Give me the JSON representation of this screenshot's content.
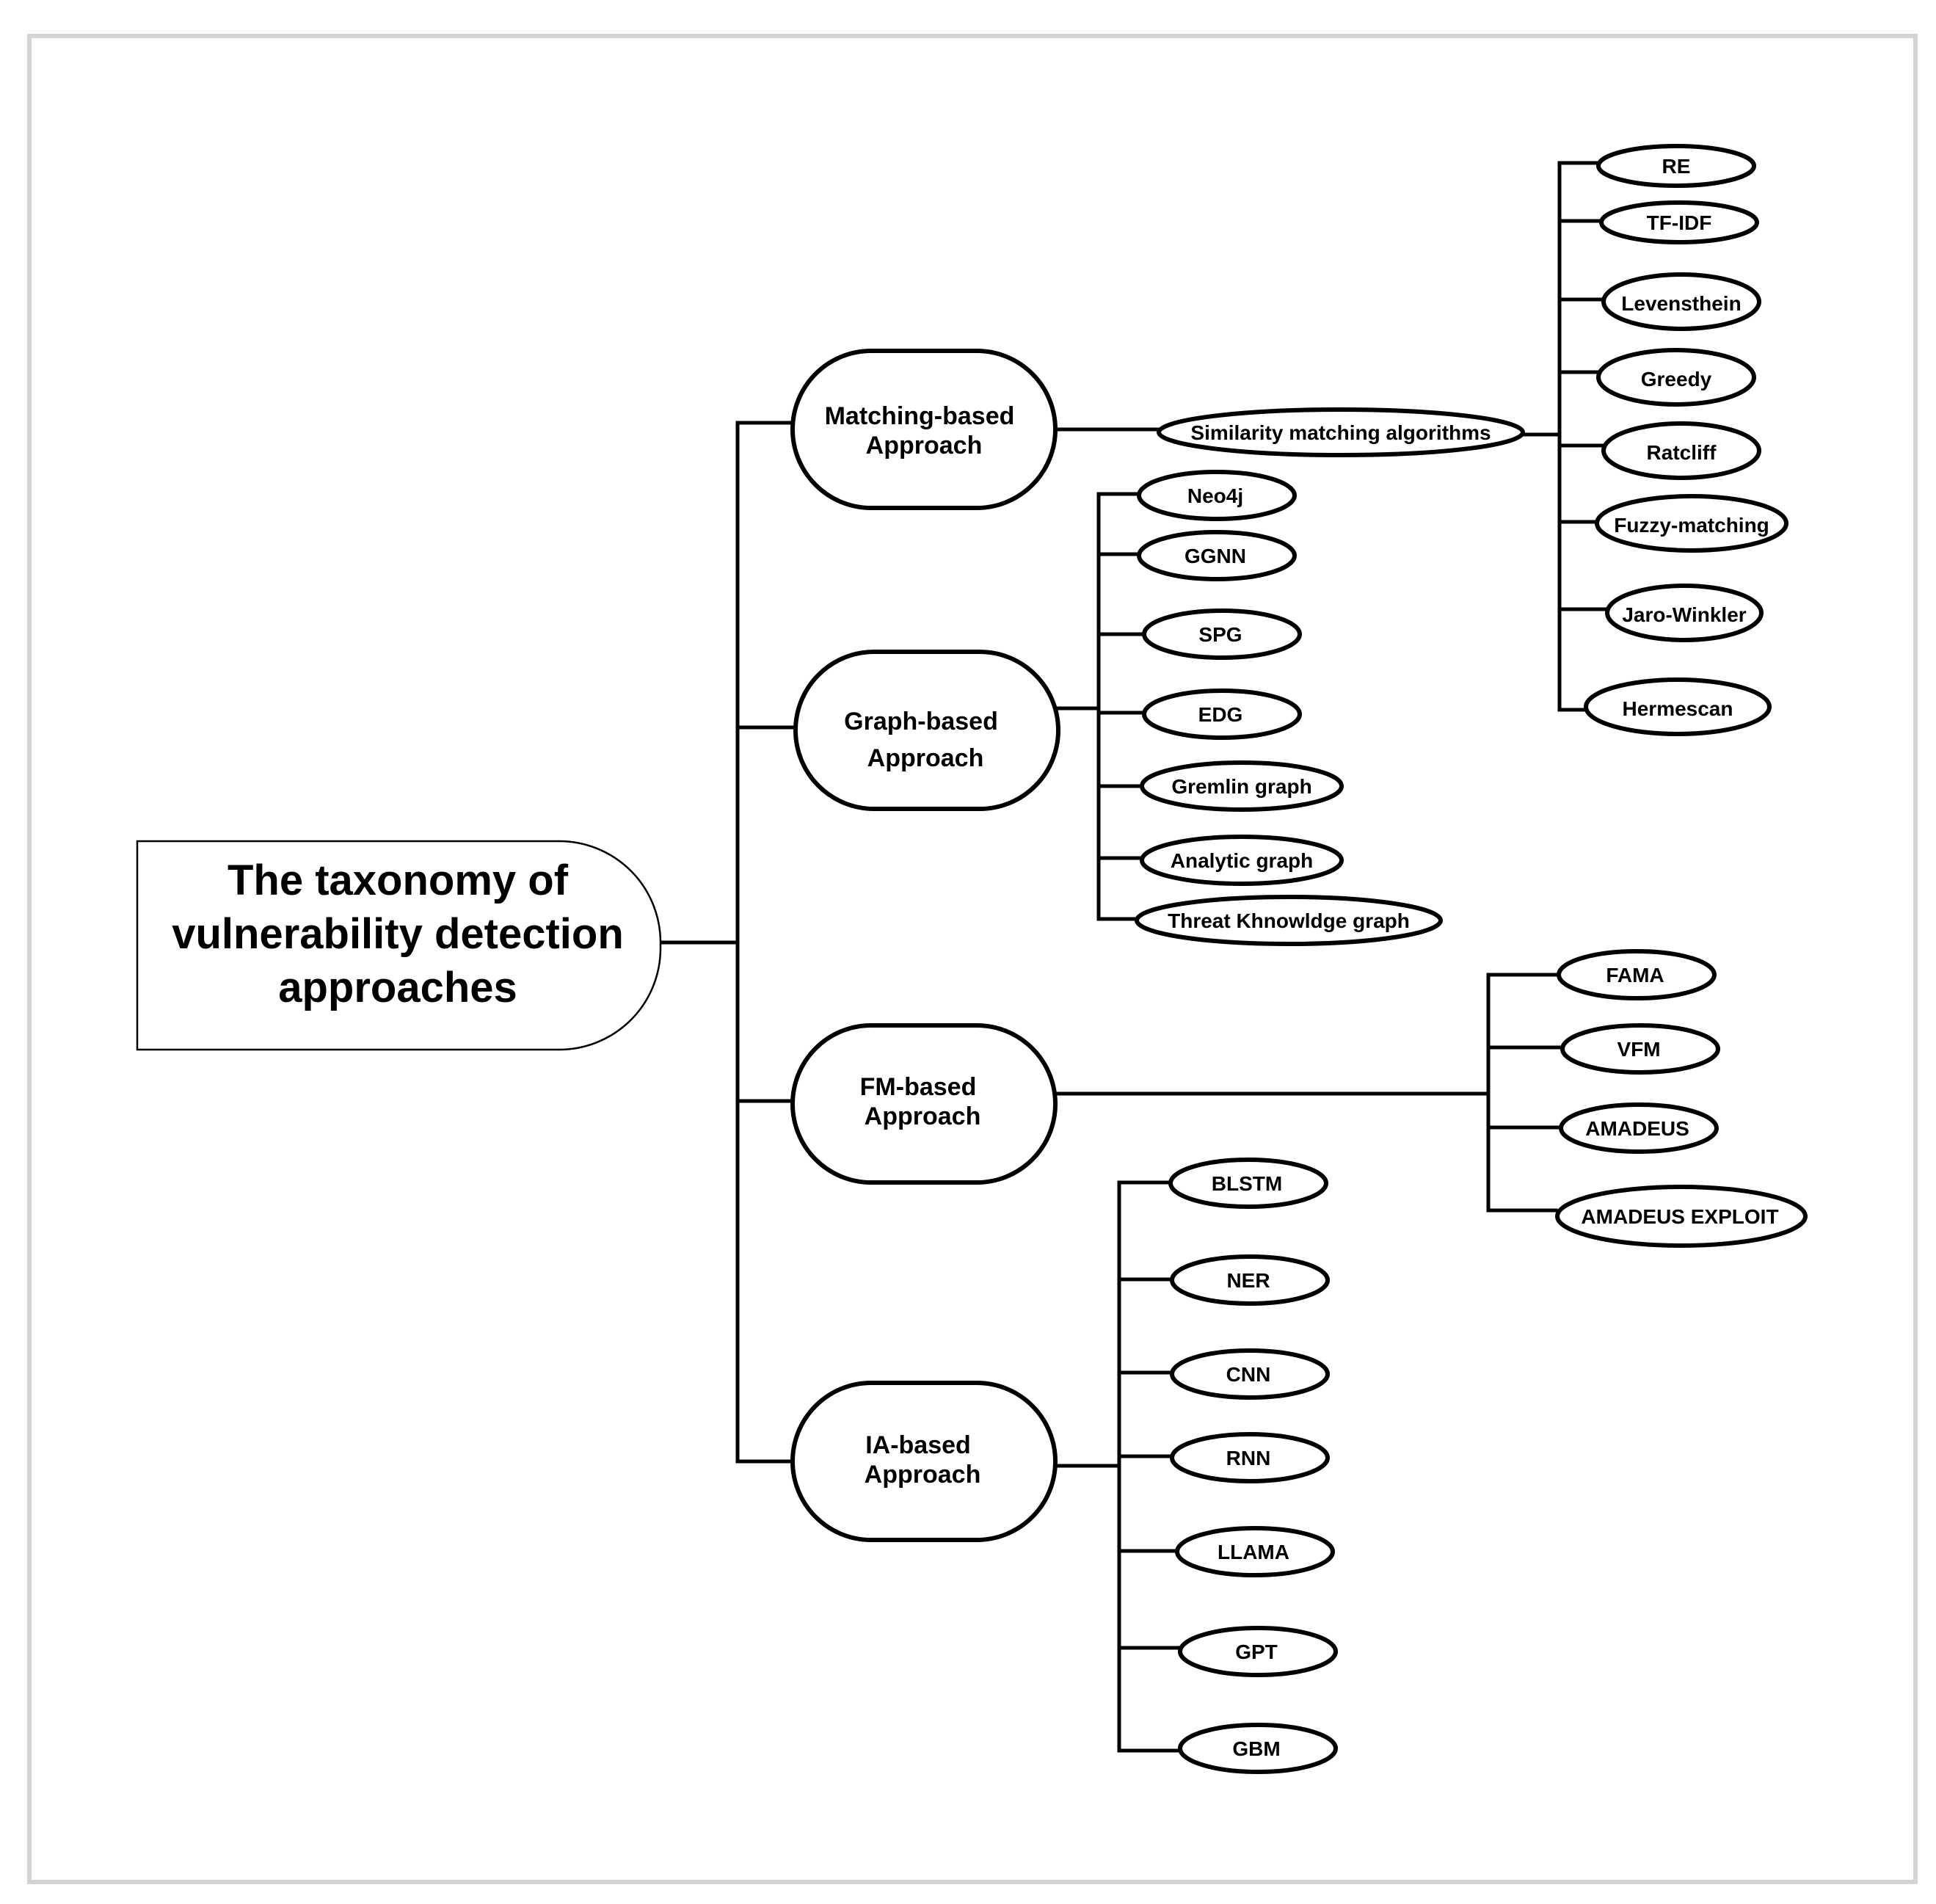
{
  "root": {
    "lines": [
      "The taxonomy of",
      "vulnerability detection",
      "approaches"
    ]
  },
  "approaches": [
    {
      "key": "matching",
      "lines": [
        "Matching-based",
        "Approach"
      ],
      "intermediate": "Similarity matching algorithms",
      "leaves": [
        "RE",
        "TF-IDF",
        "Levensthein",
        "Greedy",
        "Ratcliff",
        "Fuzzy-matching",
        "Jaro-Winkler",
        "Hermescan"
      ]
    },
    {
      "key": "graph",
      "lines": [
        "Graph-based",
        "Approach"
      ],
      "leaves": [
        "Neo4j",
        "GGNN",
        "SPG",
        "EDG",
        "Gremlin graph",
        "Analytic graph",
        "Threat Khnowldge graph"
      ]
    },
    {
      "key": "fm",
      "lines": [
        "FM-based",
        "Approach"
      ],
      "leaves": [
        "FAMA",
        "VFM",
        "AMADEUS",
        "AMADEUS EXPLOIT"
      ]
    },
    {
      "key": "ia",
      "lines": [
        "IA-based",
        "Approach"
      ],
      "leaves": [
        "BLSTM",
        "NER",
        "CNN",
        "RNN",
        "LLAMA",
        "GPT",
        "GBM"
      ]
    }
  ]
}
